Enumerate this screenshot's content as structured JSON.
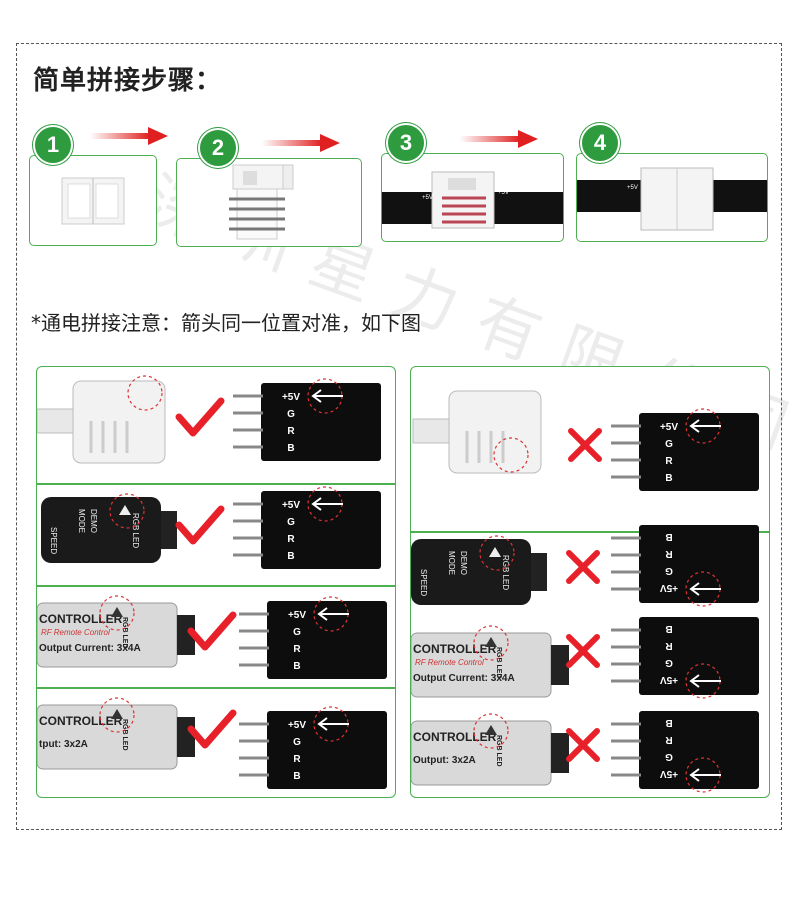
{
  "title": "简单拼接步骤：",
  "steps": [
    {
      "num": "1"
    },
    {
      "num": "2"
    },
    {
      "num": "3"
    },
    {
      "num": "4"
    }
  ],
  "note": "*通电拼接注意：箭头同一位置对准，如下图",
  "watermark": "深圳星力有限公司",
  "strip_labels": {
    "v5": "+5V",
    "g": "G",
    "r": "R",
    "b": "B"
  },
  "controllers": {
    "speed": "SPEED",
    "mode": "MODE",
    "demo": "DEMO",
    "rgb_led": "RGB LED",
    "controller": "CONTROLLER",
    "rf_remote": "RF Remote Control",
    "output_3x4a": "Output Current: 3x4A",
    "output_3x4a_right": "Output Current: 3x4A",
    "output_3x2a": "tput: 3x2A",
    "output_3x2a_right": "Output: 3x2A"
  },
  "colors": {
    "green": "#4caf50",
    "badge": "#2e9b3f",
    "check": "#e8202a",
    "cross": "#e8202a"
  }
}
